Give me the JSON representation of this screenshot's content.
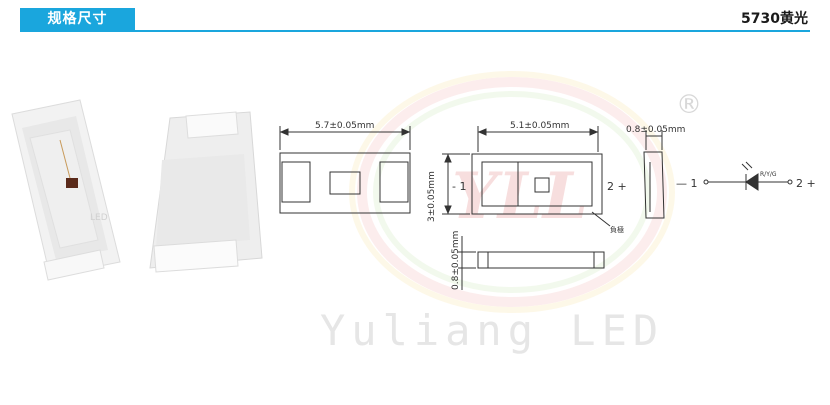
{
  "header": {
    "title": "规格尺寸",
    "model": "5730黄光"
  },
  "photo": {
    "small_label": "LED"
  },
  "watermark": {
    "logo_text": "YLL",
    "brand_text": "Yuliang LED",
    "registered_mark": "®"
  },
  "drawing": {
    "width_label": "5.7±0.05mm",
    "inner_width_label": "5.1±0.05mm",
    "height_label": "3±0.05mm",
    "thickness_label_top": "0.8±0.05mm",
    "thickness_label_side": "0.8±0.05mm",
    "pin_minus": "- 1",
    "pin_plus": "2 +",
    "cathode_mark": "負極",
    "symbol_minus": "— 1",
    "symbol_plus": "2 +",
    "symbol_color_label": "R/Y/G"
  }
}
